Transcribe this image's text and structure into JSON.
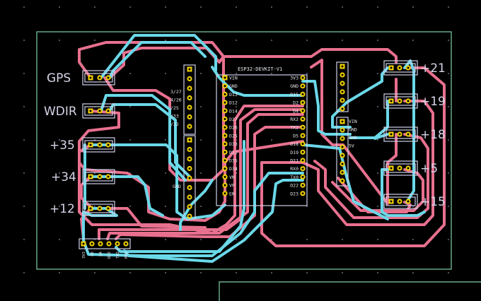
{
  "connectors_left": [
    {
      "label": "GPS"
    },
    {
      "label": "WDIR"
    },
    {
      "label": "+35"
    },
    {
      "label": "+34"
    },
    {
      "label": "+12"
    }
  ],
  "connectors_right": [
    {
      "label": "+21"
    },
    {
      "label": "+19"
    },
    {
      "label": "+18"
    },
    {
      "label": "+5"
    },
    {
      "label": "+15"
    }
  ],
  "module": {
    "title": "ESP32-DEVKIT-V1",
    "left_pins": [
      "VIN",
      "GND",
      "D13",
      "D12",
      "D14",
      "D27",
      "D26",
      "D25",
      "D33",
      "D32",
      "D35",
      "D34",
      "VN",
      "VP",
      "EN"
    ],
    "right_pins": [
      "3V3",
      "GND",
      "D15",
      "D2",
      "D4",
      "RX2",
      "TX2",
      "D5",
      "D18",
      "D19",
      "D21",
      "RX0",
      "TX0",
      "D22",
      "D23"
    ]
  },
  "small_header_pins": [
    "3/27",
    "4/26",
    "/25",
    "/33",
    "/32"
  ],
  "small_header_bottom_label": "GND",
  "power_header_pins": [
    "VIN",
    "GND",
    "GND",
    "5V"
  ],
  "bottom_header_pins": [
    "3V3",
    "D2",
    "D4",
    "D22",
    "TX2",
    "RX2"
  ]
}
